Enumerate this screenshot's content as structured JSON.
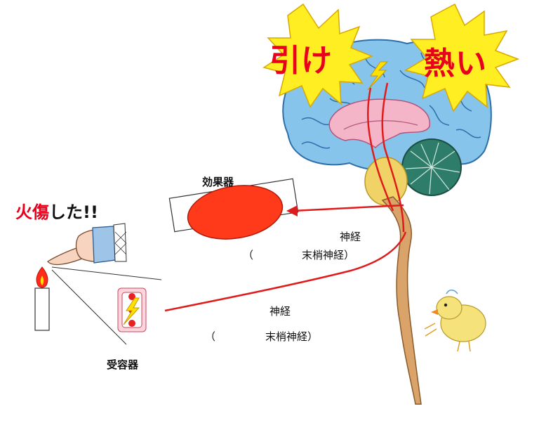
{
  "bursts": {
    "left": "引け",
    "right": "熱い"
  },
  "labels": {
    "burn_red": "火傷",
    "burn_black": "した!!",
    "effector": "効果器",
    "receptor": "受容器",
    "nerve_upper": "神経",
    "nerve_upper_sub_open": "（",
    "nerve_upper_sub": "末梢神経）",
    "nerve_lower": "神経",
    "nerve_lower_sub_open": "（",
    "nerve_lower_sub": "末梢神経）"
  },
  "colors": {
    "burst_fill": "#ffee22",
    "burst_text": "#e8001c",
    "brain": "#86c4ec",
    "brain_outline": "#2e6fa8",
    "inner_brain": "#f4b5c9",
    "cerebellum": "#2e7d6a",
    "brainstem": "#f1d266",
    "spinal_cord": "#d9a36a",
    "nerve_line": "#e01b1b",
    "muscle": "#ff3a1a",
    "flame": "#ff2a1a",
    "chick": "#f6e27a"
  }
}
